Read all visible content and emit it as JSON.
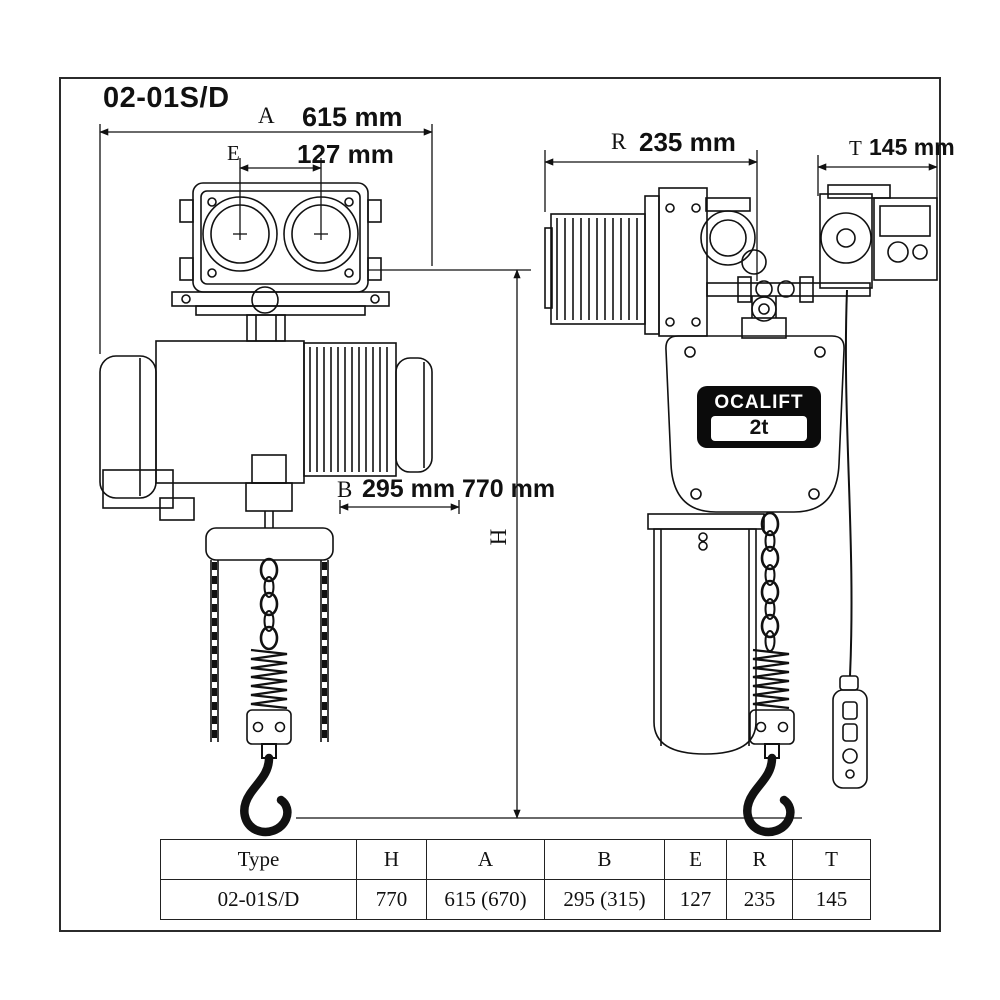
{
  "title": "02-01S/D",
  "dimensions": {
    "a": {
      "letter": "A",
      "value": "615 mm"
    },
    "e": {
      "letter": "E",
      "value": "127 mm"
    },
    "r": {
      "letter": "R",
      "value": "235 mm"
    },
    "t": {
      "letter": "T",
      "value": "145 mm"
    },
    "b": {
      "letter": "B",
      "value": "295 mm"
    },
    "h": {
      "letter": "H",
      "value": "770 mm"
    }
  },
  "hoist_label": {
    "brand": "OCALIFT",
    "capacity": "2t"
  },
  "table": {
    "headers": [
      "Type",
      "H",
      "A",
      "B",
      "E",
      "R",
      "T"
    ],
    "row": [
      "02-01S/D",
      "770",
      "615 (670)",
      "295 (315)",
      "127",
      "235",
      "145"
    ]
  }
}
